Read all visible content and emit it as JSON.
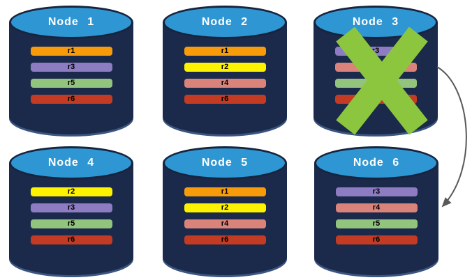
{
  "colors": {
    "cylinder_body": "#1B2A4A",
    "cylinder_top": "#2E96D2",
    "cylinder_top_border": "#16243E",
    "node_title_text": "#FFFFFF",
    "bar_text": "#000000"
  },
  "nodes": [
    {
      "title": "Node 1",
      "replicas": [
        {
          "label": "r1",
          "color": "#F89B0B"
        },
        {
          "label": "r3",
          "color": "#8E7CC3"
        },
        {
          "label": "r5",
          "color": "#93C47D"
        },
        {
          "label": "r6",
          "color": "#C23B22"
        }
      ]
    },
    {
      "title": "Node 2",
      "replicas": [
        {
          "label": "r1",
          "color": "#F89B0B"
        },
        {
          "label": "r2",
          "color": "#FDF200"
        },
        {
          "label": "r4",
          "color": "#D9837A"
        },
        {
          "label": "r6",
          "color": "#C23B22"
        }
      ]
    },
    {
      "title": "Node 3",
      "status": "failed",
      "replicas": [
        {
          "label": "r3",
          "color": "#8E7CC3"
        },
        {
          "label": "",
          "color": "#D9837A"
        },
        {
          "label": "",
          "color": "#93C47D"
        },
        {
          "label": "",
          "color": "#C23B22"
        }
      ]
    },
    {
      "title": "Node 4",
      "replicas": [
        {
          "label": "r2",
          "color": "#FDF200"
        },
        {
          "label": "r3",
          "color": "#8E7CC3"
        },
        {
          "label": "r5",
          "color": "#93C47D"
        },
        {
          "label": "r6",
          "color": "#C23B22"
        }
      ]
    },
    {
      "title": "Node 5",
      "replicas": [
        {
          "label": "r1",
          "color": "#F89B0B"
        },
        {
          "label": "r2",
          "color": "#FDF200"
        },
        {
          "label": "r4",
          "color": "#D9837A"
        },
        {
          "label": "r6",
          "color": "#C23B22"
        }
      ]
    },
    {
      "title": "Node 6",
      "replicas": [
        {
          "label": "r3",
          "color": "#8E7CC3"
        },
        {
          "label": "r4",
          "color": "#D9837A"
        },
        {
          "label": "r5",
          "color": "#93C47D"
        },
        {
          "label": "r6",
          "color": "#C23B22"
        }
      ]
    }
  ],
  "annotations": {
    "x_mark": {
      "target": "Node 3",
      "color": "#8CC63F"
    },
    "arrow": {
      "from": "Node 3",
      "to": "Node 6",
      "color": "#595959"
    }
  }
}
